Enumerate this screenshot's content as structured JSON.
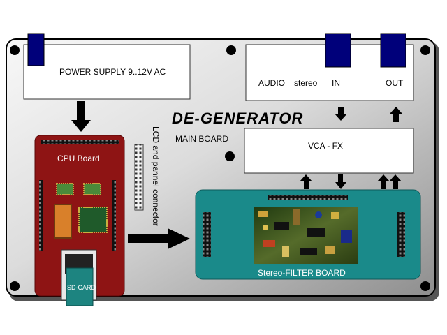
{
  "diagram": {
    "title": "DE-GENERATOR",
    "main_board_label": "MAIN BOARD",
    "power_supply_label": "POWER SUPPLY 9..12V AC",
    "audio_label": "AUDIO",
    "stereo_label": "stereo",
    "in_label": "IN",
    "out_label": "OUT",
    "vca_fx_label": "VCA - FX",
    "cpu_board_label": "CPU Board",
    "connector_label": "LCD and pannel connector",
    "filter_board_label": "Stereo-FILTER BOARD",
    "sd_card_label": "SD-CARD"
  },
  "colors": {
    "cpu_board": "#8e1414",
    "filter_board": "#1a8a8a",
    "jack": "#00007a",
    "panel_light": "#f7f7f7",
    "panel_dark": "#9a9a9a",
    "sd_card": "#1d8480"
  }
}
